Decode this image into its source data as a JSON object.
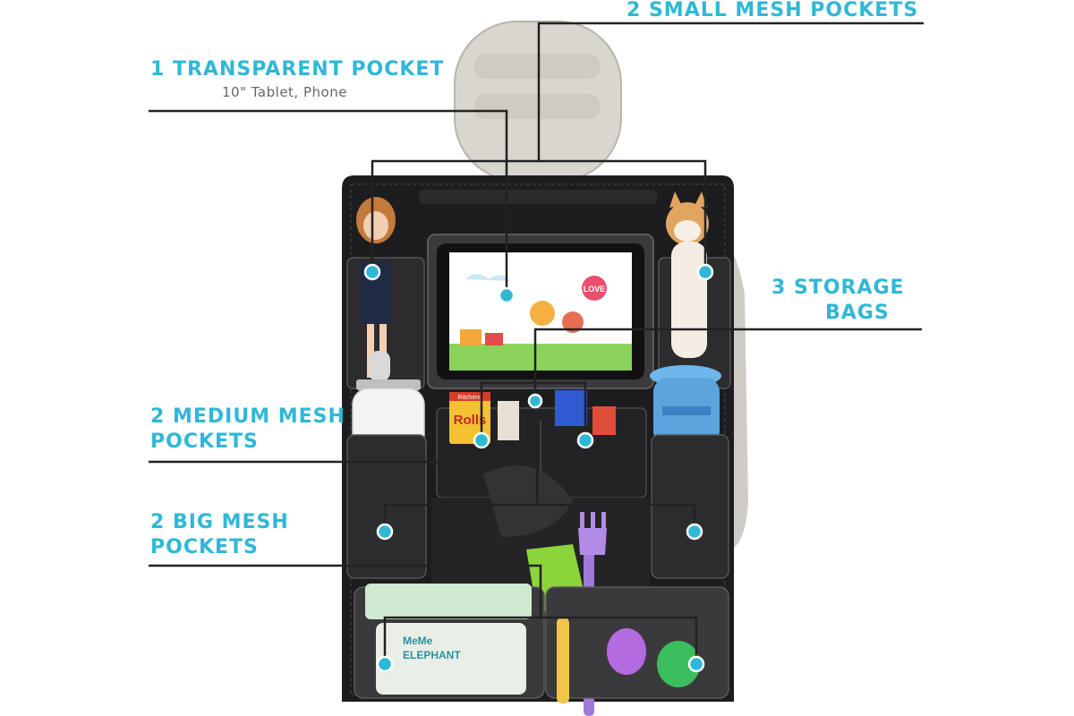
{
  "colors": {
    "accent": "#2fb8d6",
    "organizer": "#1d1d1f",
    "headrest": "#d9d5cf",
    "mesh": "#3a3a3c",
    "leader": "#222222"
  },
  "callouts": {
    "small_mesh": {
      "title": "2 SMALL MESH POCKETS"
    },
    "transparent": {
      "title": "1 TRANSPARENT POCKET",
      "subtitle": "10\" Tablet, Phone"
    },
    "storage": {
      "title_line1": "3 STORAGE",
      "title_line2": "BAGS"
    },
    "medium_mesh": {
      "title_line1": "2 MEDIUM MESH",
      "title_line2": "POCKETS"
    },
    "big_mesh": {
      "title_line1": "2 BIG MESH",
      "title_line2": "POCKETS"
    }
  },
  "product_text": {
    "snack_box_top": "Ritchens",
    "snack_box_brand": "Rolls",
    "wipes_brand_line1": "MeMe",
    "wipes_brand_line2": "ELEPHANT",
    "tablet_sign": "LOVE"
  },
  "icons": {
    "dot": "callout-dot-icon",
    "leader": "leader-line"
  }
}
